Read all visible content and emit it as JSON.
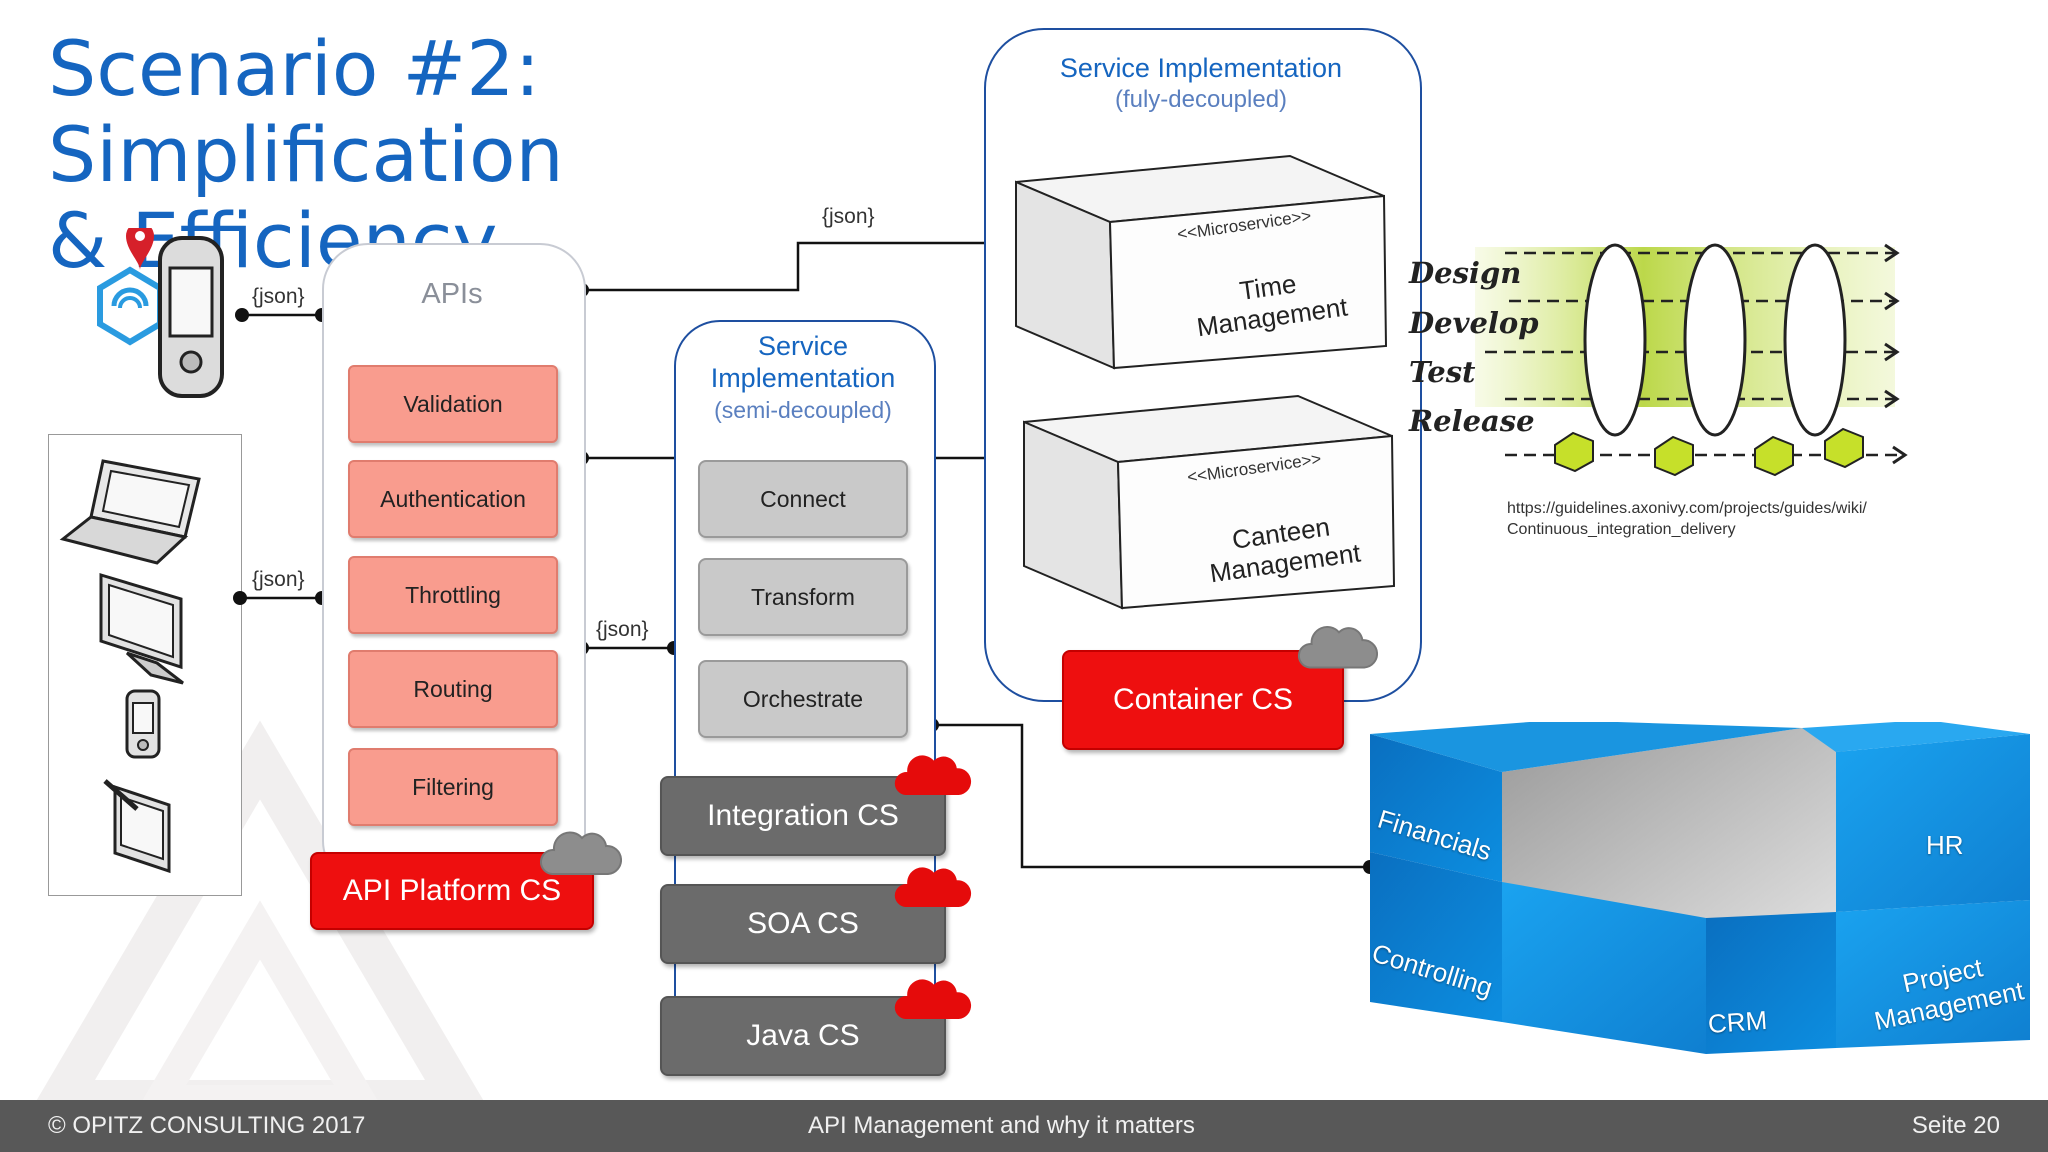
{
  "title": {
    "line1": "Scenario #2: Simplification",
    "line2": "& Efficiency"
  },
  "json_label": "{json}",
  "apis": {
    "title": "APIs",
    "items": [
      "Validation",
      "Authentication",
      "Throttling",
      "Routing",
      "Filtering"
    ],
    "platform_label": "API Platform CS"
  },
  "semi": {
    "title_line1": "Service",
    "title_line2": "Implementation",
    "subtitle": "(semi-decoupled)",
    "items": [
      "Connect",
      "Transform",
      "Orchestrate"
    ],
    "cloud_services": [
      "Integration CS",
      "SOA CS",
      "Java CS"
    ]
  },
  "fully": {
    "title": "Service Implementation",
    "subtitle": "(fuly-decoupled)",
    "microservices": [
      {
        "stereotype": "<<Microservice>>",
        "name_line1": "Time",
        "name_line2": "Management"
      },
      {
        "stereotype": "<<Microservice>>",
        "name_line1": "Canteen",
        "name_line2": "Management"
      }
    ],
    "container_label": "Container CS"
  },
  "ci_diagram": {
    "stages": [
      "Design",
      "Develop",
      "Test",
      "Release"
    ],
    "url_line1": "https://guidelines.axonivy.com/projects/guides/wiki/",
    "url_line2": "Continuous_integration_delivery"
  },
  "erp_cube": {
    "modules": [
      "Financials",
      "HR",
      "Controlling",
      "CRM",
      "Project",
      "Management"
    ]
  },
  "footer": {
    "copyright": "© OPITZ CONSULTING 2017",
    "center": "API Management and why it matters",
    "page": "Seite 20"
  },
  "colors": {
    "title_blue": "#1565c0",
    "salmon": "#f99c8e",
    "red": "#ee0f0f",
    "gray": "#c9c9c9",
    "dark_gray": "#6b6b6b",
    "cube_blue": "#1a8fdc",
    "footer": "#585858"
  },
  "icons": [
    "location-pin-icon",
    "handheld-device-icon",
    "laptop-icon",
    "monitor-icon",
    "phone-icon",
    "tablet-icon",
    "cloud-icon"
  ]
}
